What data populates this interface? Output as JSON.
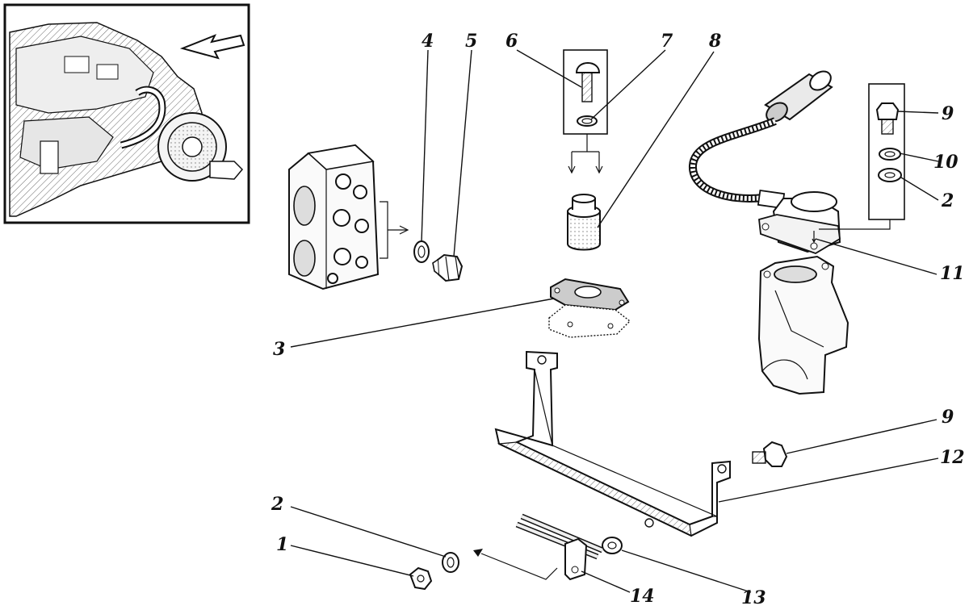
{
  "diagram": {
    "callouts": [
      {
        "id": "callout-1",
        "text": "1"
      },
      {
        "id": "callout-2-lower",
        "text": "2"
      },
      {
        "id": "callout-2-upper",
        "text": "2"
      },
      {
        "id": "callout-3",
        "text": "3"
      },
      {
        "id": "callout-4",
        "text": "4"
      },
      {
        "id": "callout-5",
        "text": "5"
      },
      {
        "id": "callout-6",
        "text": "6"
      },
      {
        "id": "callout-7",
        "text": "7"
      },
      {
        "id": "callout-8",
        "text": "8"
      },
      {
        "id": "callout-9-upper",
        "text": "9"
      },
      {
        "id": "callout-9-lower",
        "text": "9"
      },
      {
        "id": "callout-10",
        "text": "10"
      },
      {
        "id": "callout-11",
        "text": "11"
      },
      {
        "id": "callout-12",
        "text": "12"
      },
      {
        "id": "callout-13",
        "text": "13"
      },
      {
        "id": "callout-14",
        "text": "14"
      }
    ]
  }
}
